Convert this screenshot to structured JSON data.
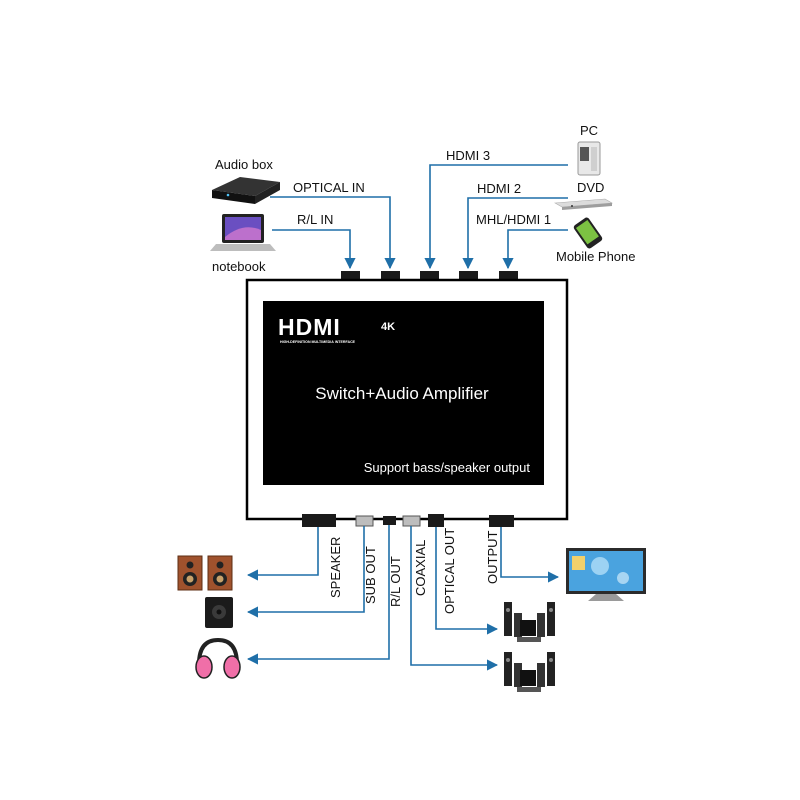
{
  "colors": {
    "wire": "#1f6fa8",
    "device_body": "#000000",
    "panel": "#ffffff"
  },
  "inputs": {
    "audio_box": "Audio box",
    "notebook": "notebook",
    "pc": "PC",
    "dvd": "DVD",
    "mobile_phone": "Mobile Phone",
    "optical_in": "OPTICAL IN",
    "rl_in": "R/L IN",
    "hdmi3": "HDMI 3",
    "hdmi2": "HDMI 2",
    "mhl_hdmi1": "MHL/HDMI 1"
  },
  "device": {
    "logo": "HDMI",
    "logo_superscript": "4K",
    "logo_tagline": "HIGH-DEFINITION MULTIMEDIA INTERFACE",
    "title": "Switch+Audio Amplifier",
    "subtitle": "Support bass/speaker output"
  },
  "outputs": {
    "speaker": "SPEAKER",
    "sub_out": "SUB OUT",
    "rl_out": "R/L OUT",
    "coaxial": "COAXIAL",
    "optical_out": "OPTICAL OUT",
    "output": "OUTPUT"
  },
  "icons": {
    "audio_box": "set-top-box-icon",
    "notebook": "laptop-icon",
    "pc": "pc-tower-icon",
    "dvd": "dvd-player-icon",
    "mobile_phone": "mobile-phone-icon",
    "speakers": "bookshelf-speakers-icon",
    "subwoofer": "subwoofer-icon",
    "headphones": "headphones-icon",
    "home_theater": "home-theater-icon",
    "tv": "tv-icon"
  }
}
